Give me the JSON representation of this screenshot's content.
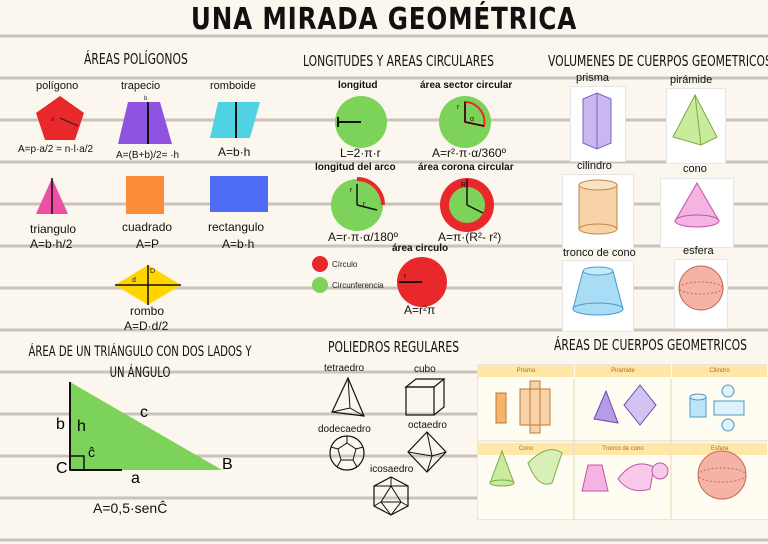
{
  "title": "UNA MIRADA GEOMÉTRICA",
  "areas": {
    "heading": "ÁREAS POLÍGONOS",
    "poligono": {
      "label": "polígono",
      "formula": "A=p·a/2 =  n·l·a/2"
    },
    "trapecio": {
      "label": "trapecio",
      "formula": "A=(B+b)/2= ·h"
    },
    "romboide": {
      "label": "romboide",
      "formula": "A=b·h"
    },
    "triangulo": {
      "label": "triangulo",
      "formula": "A=b·h/2"
    },
    "cuadrado": {
      "label": "cuadrado",
      "formula": "A=P"
    },
    "rectangulo": {
      "label": "rectangulo",
      "formula": "A=b·h"
    },
    "rombo": {
      "label": "rombo",
      "formula": "A=D·d/2"
    }
  },
  "circ": {
    "heading": "LONGITUDES Y AREAS CIRCULARES",
    "longitud": {
      "label": "longitud",
      "formula": "L=2·π·r"
    },
    "sector": {
      "label": "área sector circular",
      "formula": "A=r²·π·α/360º"
    },
    "arco": {
      "label": "longitud del arco",
      "formula": "A=r·π·α/180º"
    },
    "corona": {
      "label": "área corona circular",
      "formula": "A=π·(R²- r²)"
    },
    "area": {
      "label": "área circulo",
      "formula": "A=r²π"
    },
    "legend_circulo": "Círculo",
    "legend_circunferencia": "Circunferencia"
  },
  "vol": {
    "heading": "VOLUMENES DE CUERPOS GEOMETRICOS",
    "prisma": "prisma",
    "piramide": "pirámide",
    "cilindro": "cilindro",
    "cono": "cono",
    "tronco": "tronco de cono",
    "esfera": "esfera"
  },
  "tri": {
    "heading": "ÁREA DE UN TRIÁNGULO CON DOS LADOS Y UN ÁNGULO",
    "b": "b",
    "h": "h",
    "c": "c",
    "a": "a",
    "C": "C",
    "B": "B",
    "angle": "ĉ",
    "formula": "A=0,5·senĈ"
  },
  "poli": {
    "heading": "POLIEDROS REGULARES",
    "tetraedro": "tetraedro",
    "cubo": "cubo",
    "dodecaedro": "dodecaedro",
    "octaedro": "octaedro",
    "icosaedro": "icosaedro"
  },
  "cuerpos": {
    "heading": "ÁREAS DE CUERPOS GEOMETRICOS",
    "cols": [
      "Prisma",
      "Pirámide",
      "Cilindro",
      "Cono",
      "Tronco de cono",
      "Esfera"
    ]
  },
  "colors": {
    "red": "#e8282a",
    "green": "#7dd35a",
    "blue": "#4f6cf5",
    "pink": "#ee4fa4",
    "orange": "#fb8c3a",
    "cyan": "#4fd3e3",
    "purple": "#8e53e0",
    "yellow": "#ffd500"
  }
}
